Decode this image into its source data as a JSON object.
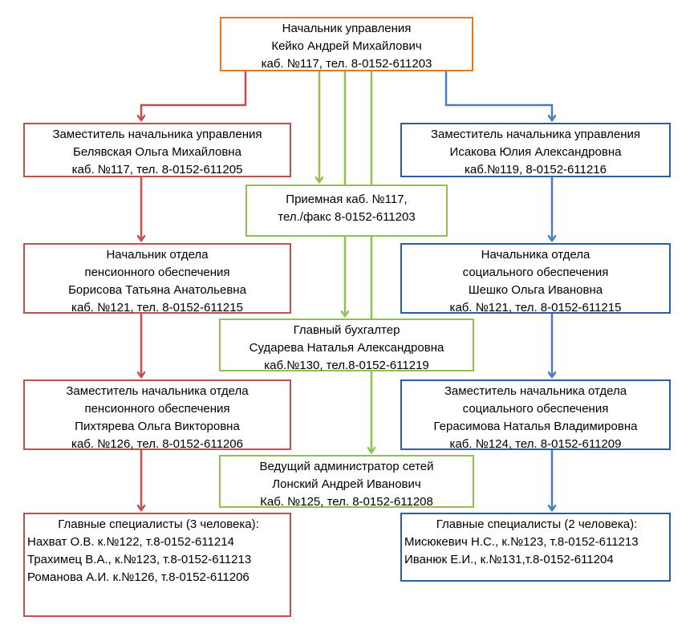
{
  "colors": {
    "head": "#E07A1F",
    "left": "#C0504D",
    "right": "#2E5E9E",
    "center": "#92C050"
  },
  "head": {
    "l1": "Начальник управления",
    "l2": "Кейко Андрей Михайлович",
    "l3": "каб. №117, тел. 8-0152-611203"
  },
  "left": {
    "deputy": {
      "l1": "Заместитель начальника управления",
      "l2": "Белявская Ольга Михайловна",
      "l3": "каб. №117, тел. 8-0152-611205"
    },
    "dept": {
      "l1": "Начальник отдела",
      "l2": "пенсионного обеспечения",
      "l3": "Борисова Татьяна Анатольевна",
      "l4": "каб. №121, тел. 8-0152-611215"
    },
    "subdept": {
      "l1": "Заместитель начальника отдела",
      "l2": "пенсионного обеспечения",
      "l3": "Пихтярева Ольга Викторовна",
      "l4": "каб. №126, тел. 8-0152-611206"
    },
    "specs": {
      "title": "Главные специалисты (3 человека):",
      "items": [
        "Нахват О.В. к.№122, т.8-0152-611214",
        "Трахимец В.А., к.№123, т.8-0152-611213",
        "Романова А.И. к.№126, т.8-0152-611206"
      ]
    }
  },
  "right": {
    "deputy": {
      "l1": "Заместитель начальника управления",
      "l2": "Исакова Юлия Александровна",
      "l3": "каб.№119, 8-0152-611216"
    },
    "dept": {
      "l1": "Начальника отдела",
      "l2": "социального обеспечения",
      "l3": "Шешко Ольга Ивановна",
      "l4": "каб. №121, тел. 8-0152-611215"
    },
    "subdept": {
      "l1": "Заместитель начальника отдела",
      "l2": "социального обеспечения",
      "l3": "Герасимова Наталья Владимировна",
      "l4": "каб. №124, тел. 8-0152-611209"
    },
    "specs": {
      "title": "Главные специалисты (2 человека):",
      "items": [
        "Мисюкевич Н.С., к.№123, т.8-0152-611213",
        "Иванюк Е.И., к.№131,т.8-0152-611204"
      ]
    }
  },
  "center": {
    "reception": {
      "l1": "Приемная  каб. №117,",
      "l2": "тел./факс 8-0152-611203"
    },
    "accountant": {
      "l1": "Главный бухгалтер",
      "l2": "Сударева Наталья Александровна",
      "l3": "каб.№130, тел.8-0152-611219"
    },
    "admin": {
      "l1": "Ведущий администратор сетей",
      "l2": "Лонский Андрей Иванович",
      "l3": "Каб. №125, тел. 8-0152-611208"
    }
  }
}
